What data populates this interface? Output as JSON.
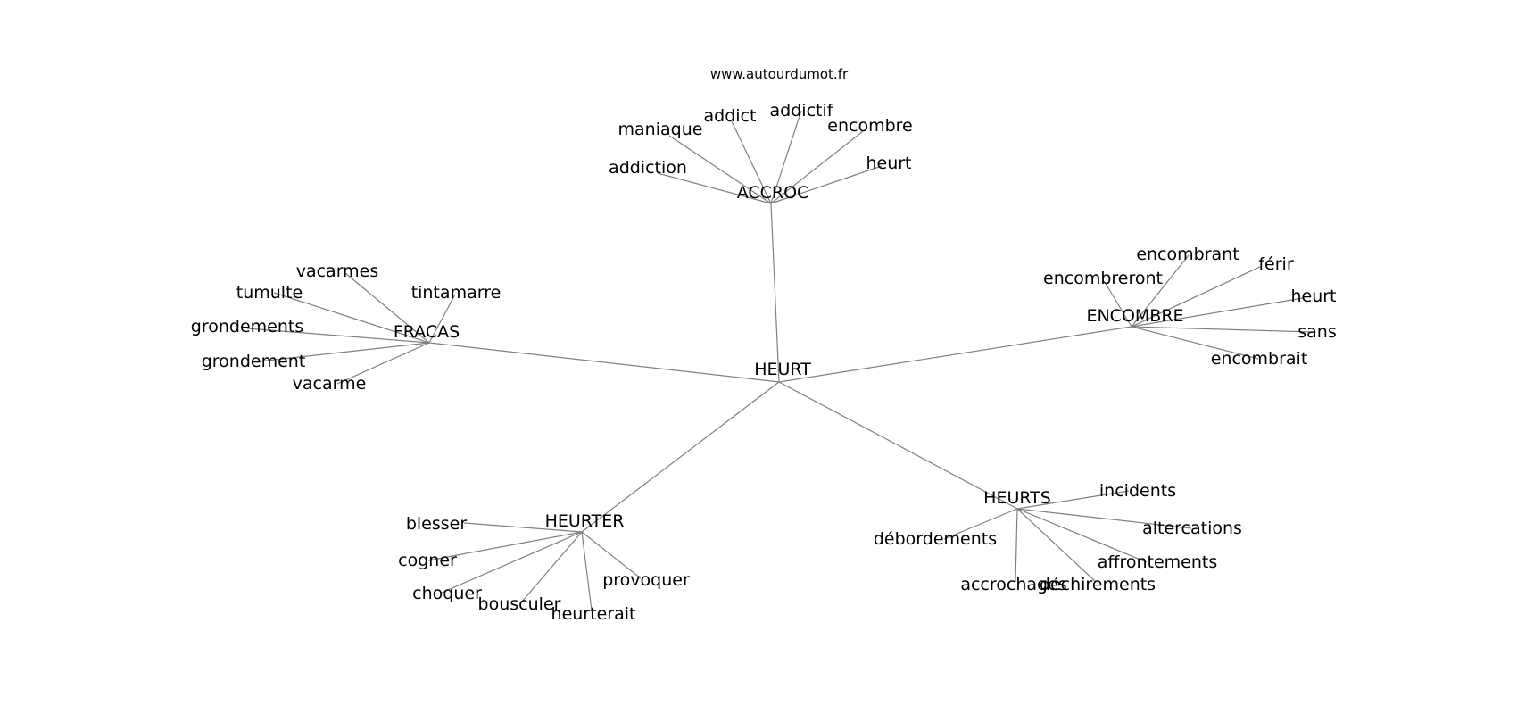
{
  "site": "www.autourdumot.fr",
  "graph": {
    "center": "HEURT",
    "hubs": [
      {
        "label": "ACCROC",
        "leaves": [
          "addiction",
          "maniaque",
          "addict",
          "addictif",
          "encombre",
          "heurt"
        ]
      },
      {
        "label": "FRACAS",
        "leaves": [
          "vacarmes",
          "tumulte",
          "grondements",
          "grondement",
          "vacarme",
          "tintamarre"
        ]
      },
      {
        "label": "ENCOMBRE",
        "leaves": [
          "encombreront",
          "encombrant",
          "férir",
          "heurt",
          "sans",
          "encombrait"
        ]
      },
      {
        "label": "HEURTER",
        "leaves": [
          "blesser",
          "cogner",
          "choquer",
          "bousculer",
          "heurterait",
          "provoquer"
        ]
      },
      {
        "label": "HEURTS",
        "leaves": [
          "incidents",
          "altercations",
          "affrontements",
          "déchirements",
          "accrochages",
          "débordements"
        ]
      }
    ]
  },
  "colors": {
    "edge": "#808080",
    "text": "#000000",
    "background": "#ffffff"
  }
}
